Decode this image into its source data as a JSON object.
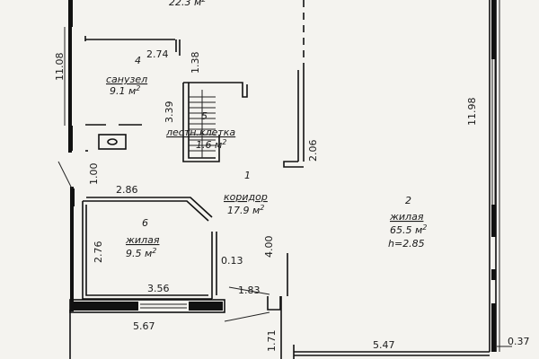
{
  "rooms": [
    {
      "number": "4",
      "name": "санузел",
      "area": "9.1 м",
      "sup": "2"
    },
    {
      "number": "5",
      "name": "лестн.клетка",
      "area": "1.6 м",
      "sup": "2"
    },
    {
      "number": "1",
      "name": "коридор",
      "area": "17.9 м",
      "sup": "2"
    },
    {
      "number": "2",
      "name": "жилая",
      "area": "65.5 м",
      "sup": "2",
      "height": "h=2.85"
    },
    {
      "number": "6",
      "name": "жилая",
      "area": "9.5 м",
      "sup": "2"
    }
  ],
  "top_area": {
    "area": "22.3 м",
    "sup": "2"
  },
  "dimensions": {
    "d_11_08": "11.08",
    "d_2_74": "2.74",
    "d_1_38": "1.38",
    "d_3_39": "3.39",
    "d_2_06": "2.06",
    "d_11_98": "11.98",
    "d_1_00": "1.00",
    "d_2_86": "2.86",
    "d_2_76": "2.76",
    "d_0_13": "0.13",
    "d_4_00": "4.00",
    "d_3_56": "3.56",
    "d_1_83": "1.83",
    "d_5_67": "5.67",
    "d_1_71": "1.71",
    "d_5_47": "5.47",
    "d_0_37": "0.37"
  }
}
